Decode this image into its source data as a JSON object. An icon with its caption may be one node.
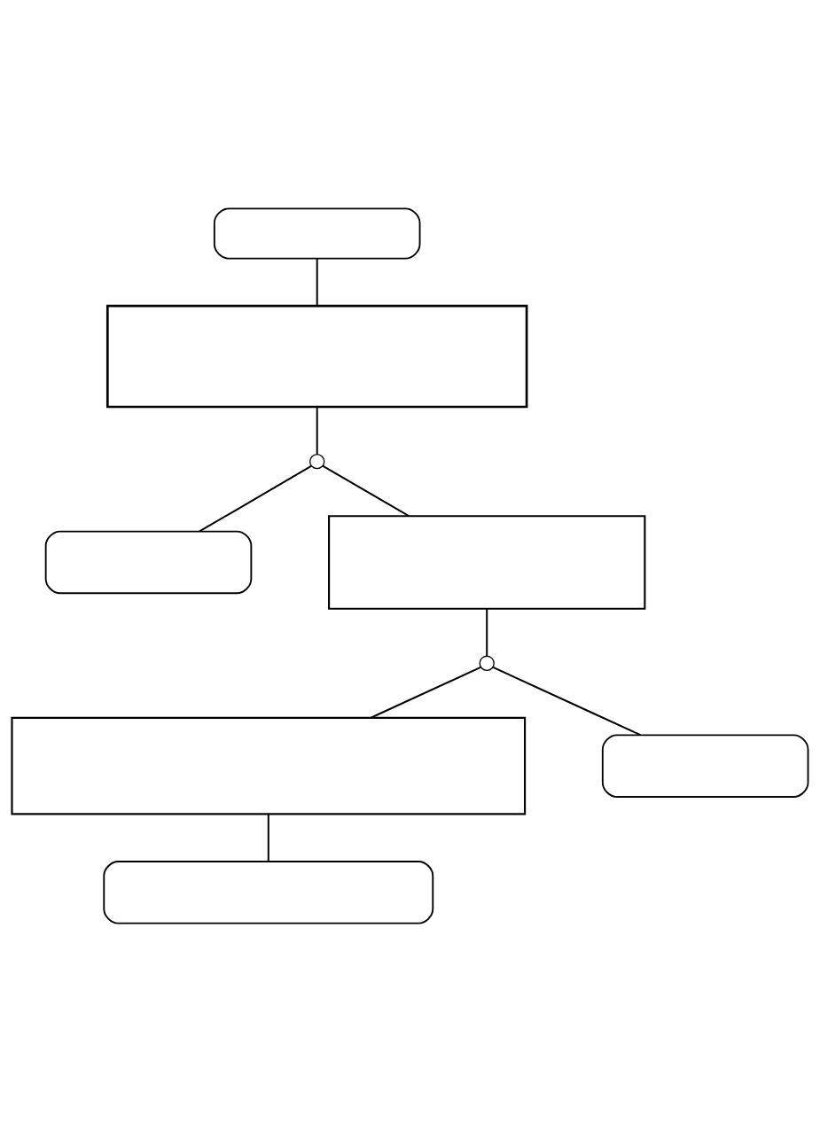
{
  "diagram": {
    "nodes": [
      {
        "text": [],
        "shape": "pill"
      },
      {
        "text": [],
        "shape": "box"
      },
      {
        "text": [],
        "shape": "circle"
      },
      {
        "text": [],
        "shape": "pill"
      },
      {
        "text": [],
        "shape": "box"
      },
      {
        "text": [],
        "shape": "circle"
      },
      {
        "text": [],
        "shape": "box"
      },
      {
        "text": [],
        "shape": "pill"
      },
      {
        "text": [],
        "shape": "pill"
      }
    ],
    "edges": [
      {
        "from": 0,
        "to": 1,
        "arrow": "none"
      },
      {
        "from": 1,
        "to": 2,
        "arrow": "none"
      },
      {
        "from": 2,
        "to": 3,
        "arrow": "none"
      },
      {
        "from": 2,
        "to": 4,
        "arrow": "none"
      },
      {
        "from": 4,
        "to": 5,
        "arrow": "none"
      },
      {
        "from": 5,
        "to": 6,
        "arrow": "none"
      },
      {
        "from": 5,
        "to": 7,
        "arrow": "none"
      },
      {
        "from": 6,
        "to": 8,
        "arrow": "none"
      }
    ]
  }
}
